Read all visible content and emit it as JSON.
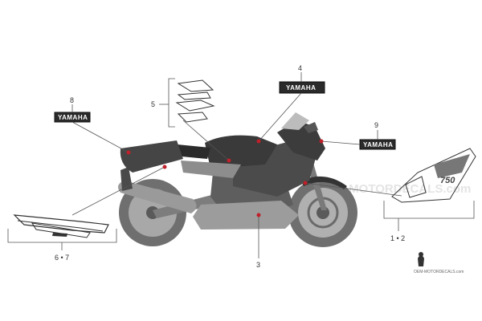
{
  "callouts": {
    "c1_2": "1 • 2",
    "c3": "3",
    "c4": "4",
    "c5": "5",
    "c6_7": "6 • 7",
    "c8": "8",
    "c9": "9"
  },
  "badges": {
    "b4": "YAMAHA",
    "b8": "YAMAHA",
    "b9": "YAMAHA"
  },
  "tail_decal_text": "750",
  "watermark": "OEM-MOTORDECALS.com",
  "footer_logo_text": "OEM-MOTORDECALS.com",
  "colors": {
    "marker": "#c0202a",
    "line": "#555555",
    "bike_body": "#8a8a8a",
    "bike_dark": "#3a3a3a",
    "badge_bg": "#2a2a2a"
  }
}
